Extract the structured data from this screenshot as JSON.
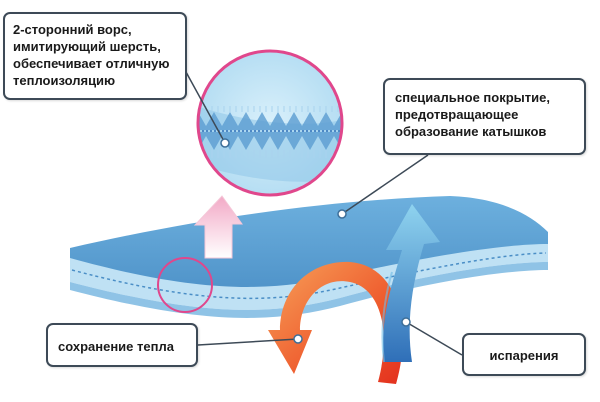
{
  "callouts": {
    "fleece": [
      "2-сторонний ворс,",
      "имитирующий шерсть,",
      "обеспечивает отличную",
      "теплоизоляцию"
    ],
    "coating": [
      "специальное покрытие,",
      "предотвращающее",
      "образование катышков"
    ],
    "heat": "сохранение тепла",
    "evaporation": "испарения"
  },
  "colors": {
    "fabric_top": "#5fa3d6",
    "fabric_edge": "#b9dcf2",
    "lens_border": "#e0478c",
    "callout_border": "#3d4a57",
    "heat_arrow_dark": "#e3301e",
    "heat_arrow_light": "#f7a25a",
    "evap_arrow_dark": "#2f7fc4",
    "evap_arrow_light": "#8fd3ef",
    "fleece_arrow": "#f2b9cf"
  }
}
